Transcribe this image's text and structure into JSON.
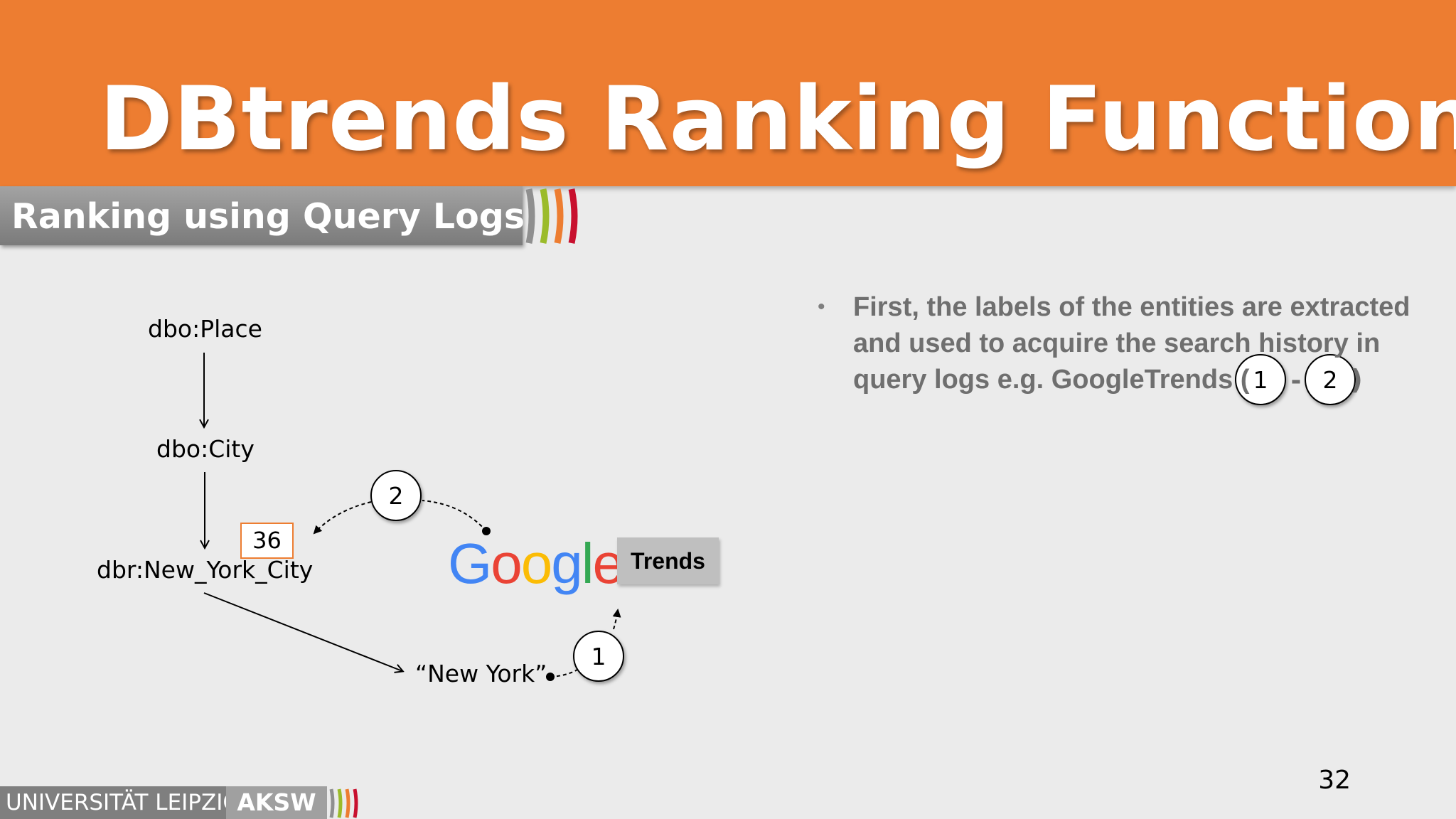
{
  "slide": {
    "title": "DBtrends Ranking Function",
    "subtitle": "Ranking using Query Logs",
    "page_number": "32"
  },
  "bullet": {
    "line1": "First, the labels of the entities are extracted",
    "line2": "and used to acquire the search history in",
    "line3": "query logs e.g. GoogleTrends (",
    "ref1": "1",
    "dash": "-",
    "ref2": "2",
    "close": ")"
  },
  "diagram": {
    "node_place": "dbo:Place",
    "node_city": "dbo:City",
    "node_nyc": "dbr:New_York_City",
    "score": "36",
    "label_literal": "“New York”",
    "step1": "1",
    "step2": "2",
    "google_logo_text": "Google",
    "trends_label": "Trends"
  },
  "footer": {
    "university": "UNIVERSITÄT LEIPZIG",
    "group": "AKSW"
  },
  "colors": {
    "title_bar": "#ed7d31",
    "subtitle_bar": "#8c8c8c",
    "bullet_text": "#6f6f6f",
    "score_border": "#ed7d31",
    "brand_stripes": [
      "#7f7f7f",
      "#9bbb2a",
      "#ed7d31",
      "#c8102e"
    ],
    "google": [
      "#4285f4",
      "#ea4335",
      "#fbbc05",
      "#4285f4",
      "#34a853",
      "#ea4335"
    ]
  }
}
